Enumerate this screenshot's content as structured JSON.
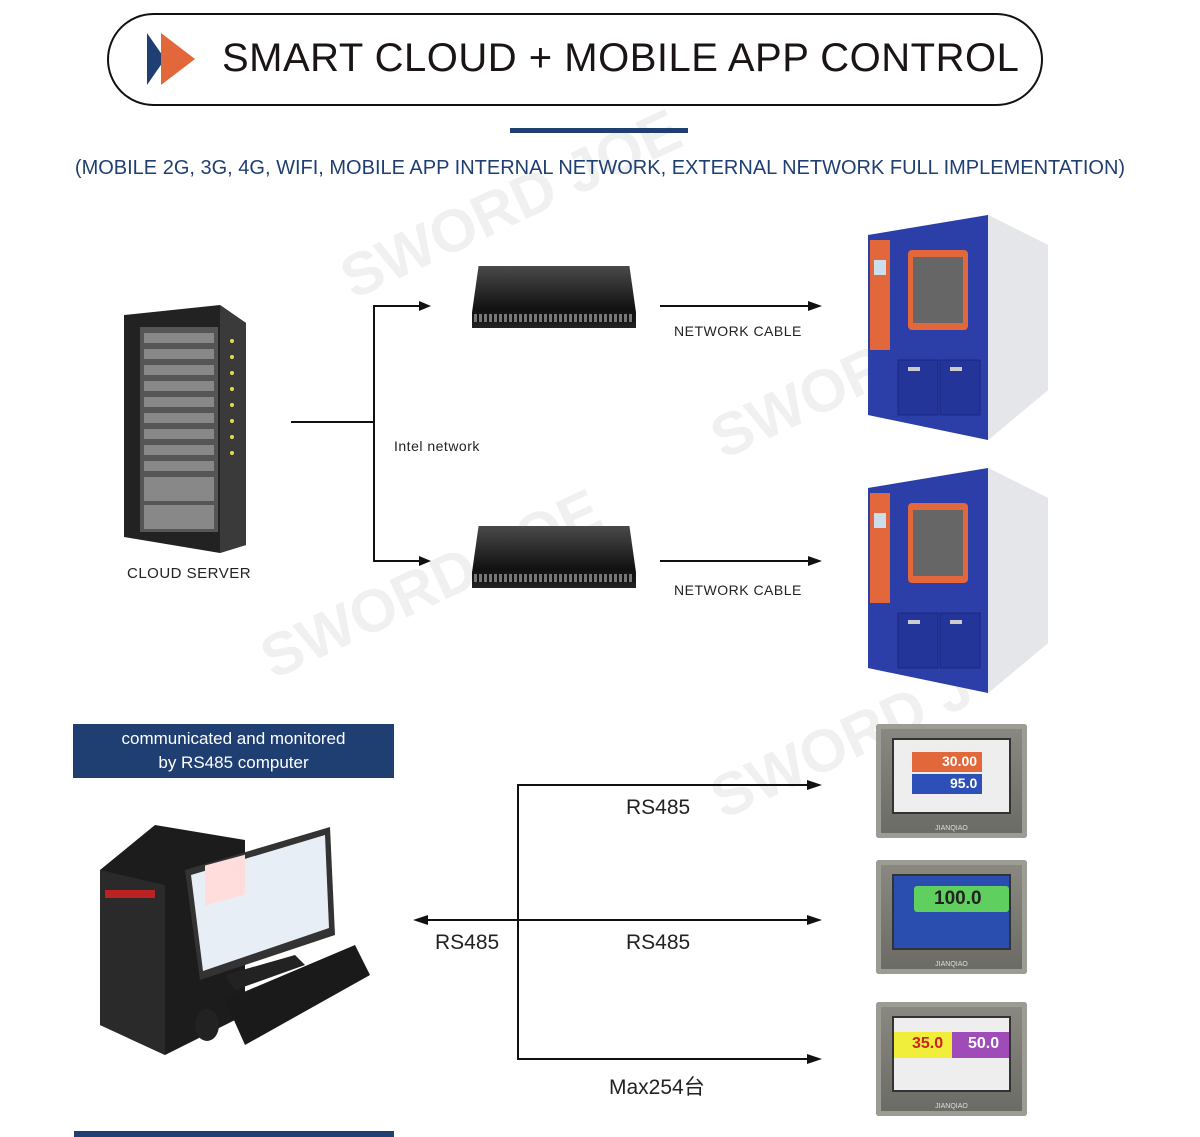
{
  "header": {
    "title": "SMART CLOUD + MOBILE APP CONTROL",
    "subtitle": "(MOBILE 2G, 3G, 4G, WIFI, MOBILE APP INTERNAL NETWORK, EXTERNAL NETWORK FULL IMPLEMENTATION)"
  },
  "network": {
    "server_label": "CLOUD SERVER",
    "network_label": "Intel network",
    "cable_labels": [
      "NETWORK CABLE",
      "NETWORK CABLE"
    ]
  },
  "rs485": {
    "box_line1": "communicated and monitored",
    "box_line2": "by RS485 computer",
    "left_label": "RS485",
    "line_labels": [
      "RS485",
      "RS485",
      "Max254台"
    ]
  },
  "panels": [
    {
      "brand": "JIANQIAO",
      "values": [
        "30.00",
        "95.0"
      ]
    },
    {
      "brand": "JIANQIAO",
      "values": [
        "100.0"
      ]
    },
    {
      "brand": "JIANQIAO",
      "values": [
        "35.0",
        "50.0"
      ]
    }
  ],
  "watermark": "SWORD JOE",
  "colors": {
    "navy": "#1f3f73",
    "orange": "#e2673a",
    "chamber_blue": "#2c3fa8"
  }
}
